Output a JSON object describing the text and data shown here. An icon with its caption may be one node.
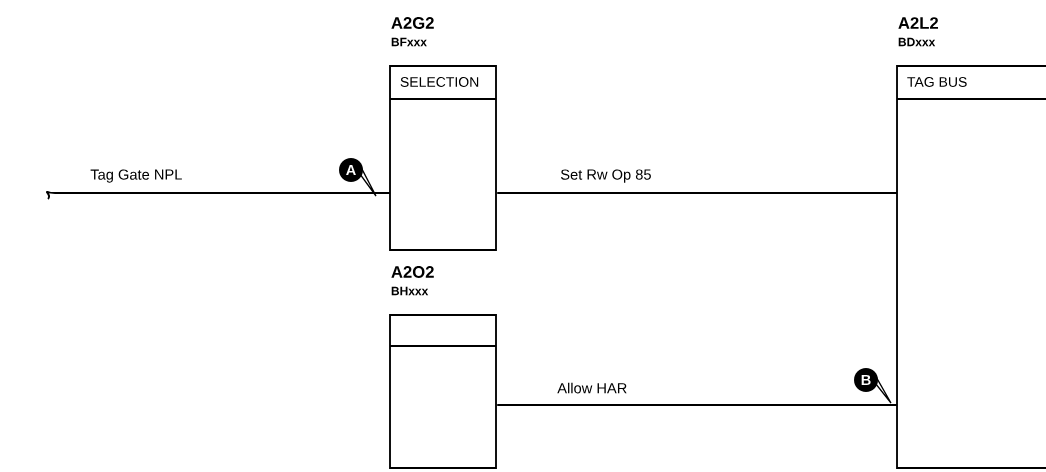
{
  "diagram": {
    "nodes": [
      {
        "text": [
          "A2G2",
          "BFxxx",
          "SELECTION"
        ]
      },
      {
        "text": [
          "A2O2",
          "BHxxx"
        ]
      },
      {
        "text": [
          "A2L2",
          "BDxxx",
          "TAG BUS"
        ]
      }
    ],
    "edges": [
      {
        "from": null,
        "to": 0,
        "arrow": "none",
        "label": "Tag Gate NPL"
      },
      {
        "from": 0,
        "to": 2,
        "arrow": "none",
        "label": "Set Rw Op 85"
      },
      {
        "from": 1,
        "to": 2,
        "arrow": "none",
        "label": "Allow HAR"
      }
    ],
    "labels": [
      "A",
      "B"
    ]
  }
}
